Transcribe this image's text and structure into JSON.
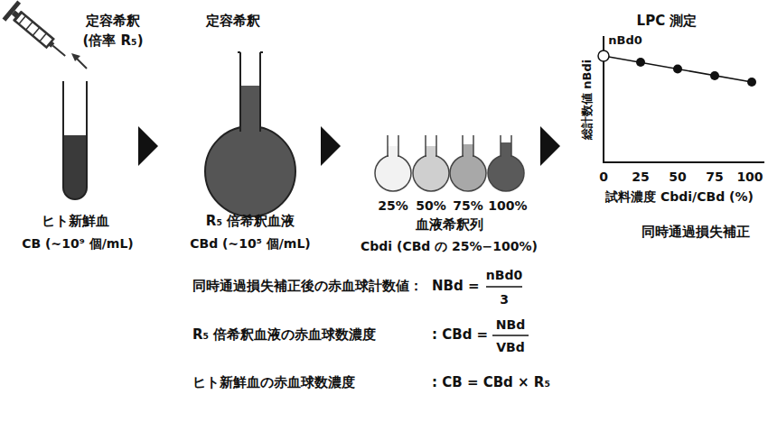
{
  "diagram": {
    "labels": [
      "定容希釈",
      "(倍率 R₅)",
      "定容希釈",
      "LPC 測定",
      "nBd0",
      "総計数値 nBdi",
      "0",
      "25",
      "50",
      "75",
      "100",
      "試料濃度 Cbdi/CBd (%)",
      "ヒト新鮮血",
      "CB (∼10⁹ 個/mL)",
      "R₅ 倍希釈血液",
      "CBd (∼10⁵ 個/mL)",
      "25%",
      "50%",
      "75%",
      "100%",
      "血液希釈列",
      "Cbdi (CBd の 25%−100%)",
      "同時通過損失補正",
      "同時通過損失補正後の赤血球計数値：",
      "NBd =",
      "nBd0",
      "3",
      "R₅ 倍希釈血液の赤血球数濃度",
      ": CBd =",
      "NBd",
      "VBd",
      "ヒト新鮮血の赤血球数濃度",
      ": CB = CBd × R₅"
    ]
  }
}
